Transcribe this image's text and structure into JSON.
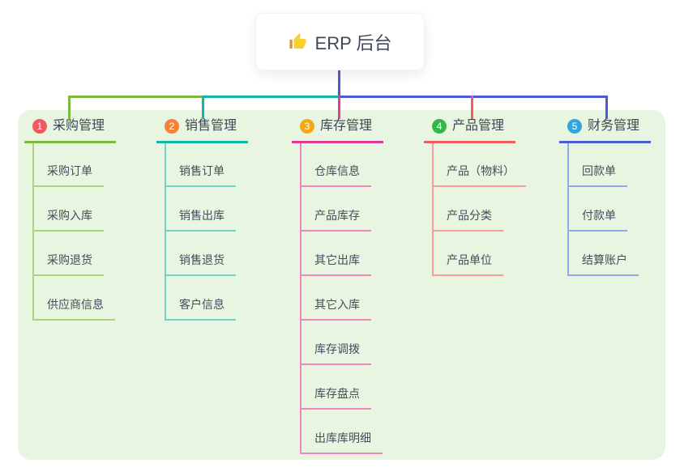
{
  "root": {
    "title": "ERP 后台",
    "icon": "thumbs-up-icon"
  },
  "connector_color": "#4b5bd2",
  "branches": [
    {
      "badge": "1",
      "title": "采购管理",
      "color": "#7cb93e",
      "light_color": "#a9d57f",
      "badge_color": "#f0595f",
      "children": [
        "采购订单",
        "采购入库",
        "采购退货",
        "供应商信息"
      ]
    },
    {
      "badge": "2",
      "title": "销售管理",
      "color": "#13b6a6",
      "light_color": "#74d3c8",
      "badge_color": "#f58238",
      "children": [
        "销售订单",
        "销售出库",
        "销售退货",
        "客户信息"
      ]
    },
    {
      "badge": "3",
      "title": "库存管理",
      "color": "#e03d97",
      "light_color": "#ee86c0",
      "badge_color": "#f2a818",
      "children": [
        "仓库信息",
        "产品库存",
        "其它出库",
        "其它入库",
        "库存调拨",
        "库存盘点",
        "出库库明细"
      ]
    },
    {
      "badge": "4",
      "title": "产品管理",
      "color": "#f25e5e",
      "light_color": "#f79d9d",
      "badge_color": "#35b64c",
      "children": [
        "产品（物料）",
        "产品分类",
        "产品单位"
      ]
    },
    {
      "badge": "5",
      "title": "财务管理",
      "color": "#4b5bd2",
      "light_color": "#94a8e9",
      "badge_color": "#30a6da",
      "children": [
        "回款单",
        "付款单",
        "结算账户"
      ]
    }
  ]
}
